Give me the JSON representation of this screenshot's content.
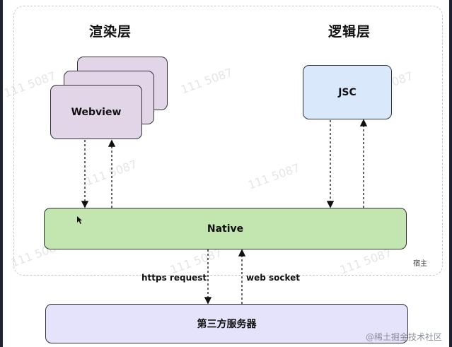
{
  "layers": {
    "render_title": "渲染层",
    "logic_title": "逻辑层"
  },
  "nodes": {
    "webview": "Webview",
    "jsc": "JSC",
    "native": "Native",
    "third_party": "第三方服务器"
  },
  "host_label": "宿主",
  "edges": {
    "https": "https request",
    "websocket": "web socket"
  },
  "watermark": "111 5087",
  "brand": "@稀土掘金技术社区",
  "colors": {
    "webview": "#e1d5e7",
    "jsc": "#dae8fc",
    "native": "#c3e6b1",
    "third_party": "#e5e3fb"
  }
}
